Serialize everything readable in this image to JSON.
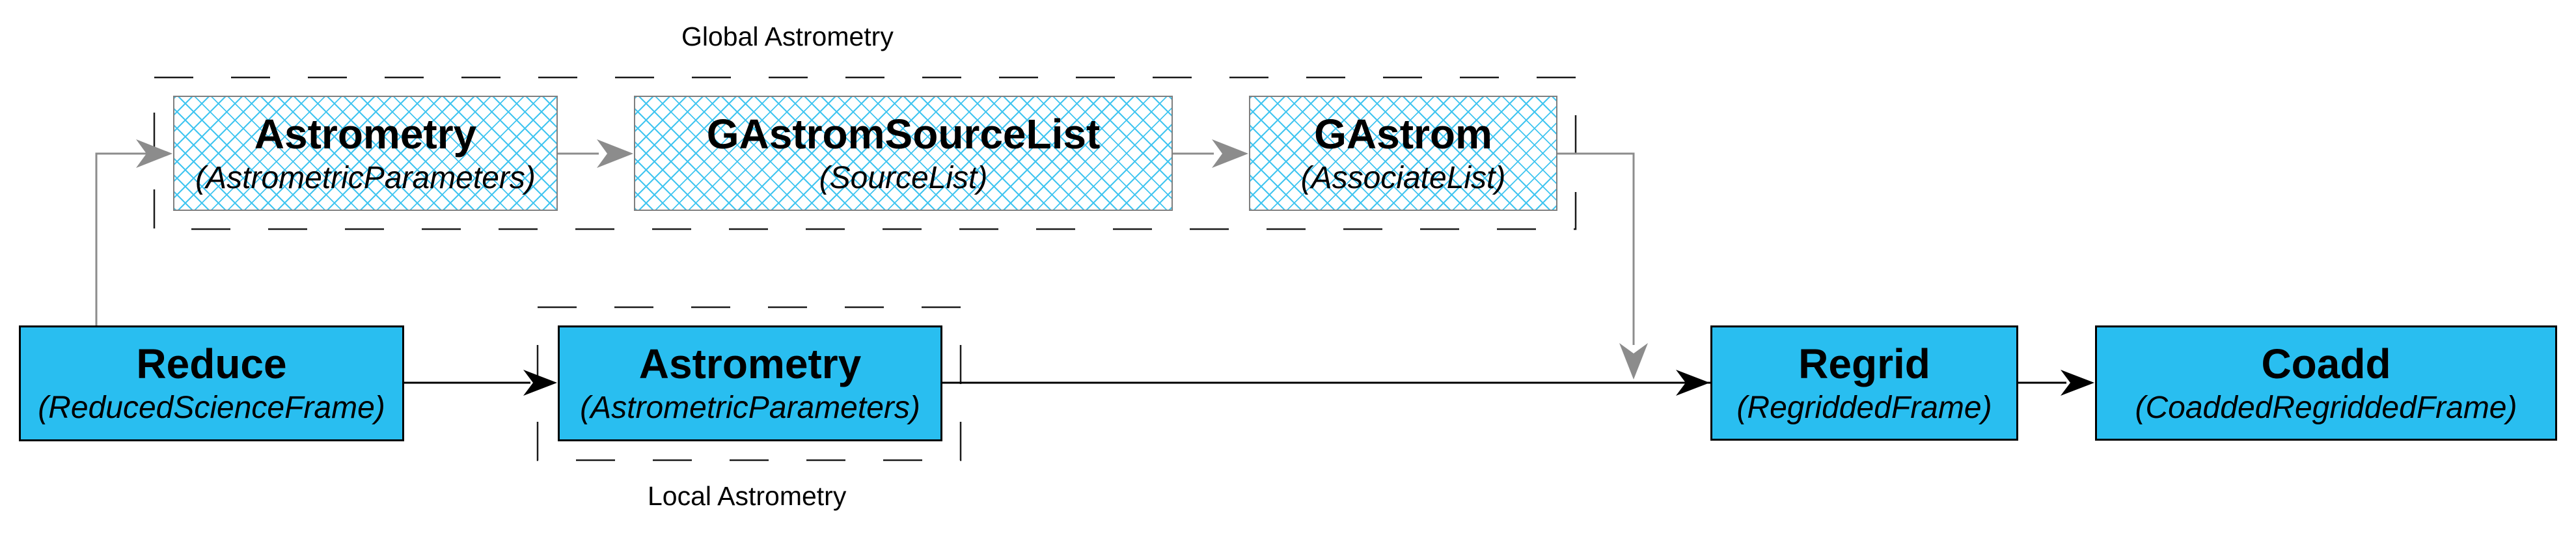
{
  "diagram": {
    "groups": [
      {
        "id": "global-astrometry",
        "label": "Global Astrometry"
      },
      {
        "id": "local-astrometry",
        "label": "Local Astrometry"
      }
    ],
    "nodes": [
      {
        "id": "astrometry-global",
        "title": "Astrometry",
        "subtitle": "(AstrometricParameters)",
        "style": "hatched",
        "group": "global-astrometry"
      },
      {
        "id": "gastromsourcelist",
        "title": "GAstromSourceList",
        "subtitle": "(SourceList)",
        "style": "hatched",
        "group": "global-astrometry"
      },
      {
        "id": "gastrom",
        "title": "GAstrom",
        "subtitle": "(AssociateList)",
        "style": "hatched",
        "group": "global-astrometry"
      },
      {
        "id": "reduce",
        "title": "Reduce",
        "subtitle": "(ReducedScienceFrame)",
        "style": "solid",
        "group": null
      },
      {
        "id": "astrometry-local",
        "title": "Astrometry",
        "subtitle": "(AstrometricParameters)",
        "style": "solid",
        "group": "local-astrometry"
      },
      {
        "id": "regrid",
        "title": "Regrid",
        "subtitle": "(RegriddedFrame)",
        "style": "solid",
        "group": null
      },
      {
        "id": "coadd",
        "title": "Coadd",
        "subtitle": "(CoaddedRegriddedFrame)",
        "style": "solid",
        "group": null
      }
    ],
    "edges": [
      {
        "from": "reduce",
        "to": "astrometry-global",
        "color": "gray"
      },
      {
        "from": "astrometry-global",
        "to": "gastromsourcelist",
        "color": "gray"
      },
      {
        "from": "gastromsourcelist",
        "to": "gastrom",
        "color": "gray"
      },
      {
        "from": "gastrom",
        "to": "regrid",
        "color": "gray"
      },
      {
        "from": "reduce",
        "to": "astrometry-local",
        "color": "black"
      },
      {
        "from": "astrometry-local",
        "to": "regrid",
        "color": "black"
      },
      {
        "from": "regrid",
        "to": "coadd",
        "color": "black"
      }
    ],
    "colors": {
      "node_fill": "#29bef0",
      "hatch_line": "#41c5f0",
      "hatched_border": "#7f7f7f",
      "solid_border": "#000000",
      "gray_edge": "#8c8c8c",
      "black_edge": "#000000",
      "dashed_border": "#1a1a1a"
    }
  }
}
